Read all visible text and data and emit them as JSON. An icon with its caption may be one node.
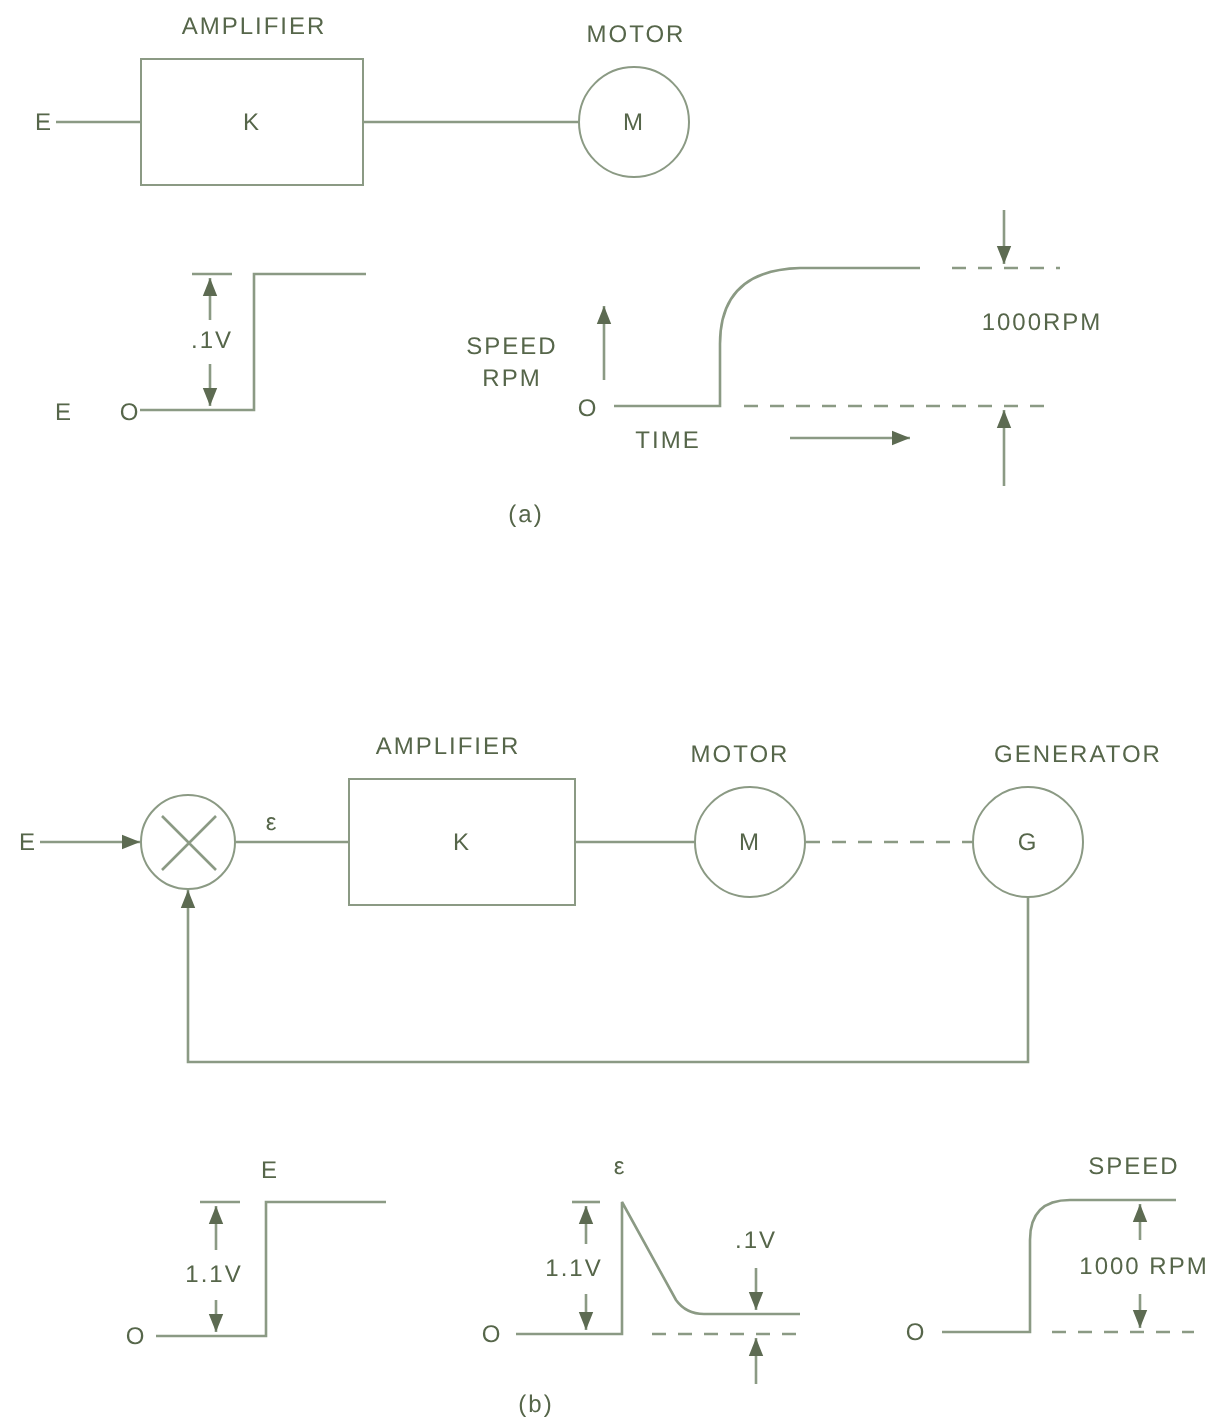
{
  "diagram": {
    "nodes": [
      {
        "text": [
          "E"
        ]
      },
      {
        "text": [
          "AMPLIFIER",
          "K"
        ]
      },
      {
        "text": [
          "MOTOR",
          "M"
        ]
      },
      {
        "text": [
          "E"
        ]
      },
      {
        "text": [],
        "shape": "circle"
      },
      {
        "text": [
          "AMPLIFIER",
          "K"
        ]
      },
      {
        "text": [
          "MOTOR",
          "M"
        ]
      },
      {
        "text": [
          "GENERATOR",
          "G"
        ]
      }
    ],
    "edges": [
      {
        "from": 0,
        "to": 1,
        "arrow": "none"
      },
      {
        "from": 1,
        "to": 2,
        "arrow": "none"
      },
      {
        "from": 3,
        "to": 4,
        "arrow": "to"
      },
      {
        "from": 4,
        "to": 5,
        "arrow": "none",
        "label": "ε"
      },
      {
        "from": 5,
        "to": 6,
        "arrow": "none"
      },
      {
        "from": 6,
        "to": 7,
        "arrow": "none",
        "style": "dashed"
      },
      {
        "from": 7,
        "to": 4,
        "arrow": "to"
      }
    ],
    "labels": [
      ".1V",
      "SPEED RPM",
      "1000RPM",
      "E",
      "O",
      "O",
      "TIME",
      "(a)",
      "E",
      "ε",
      "SPEED",
      "1.1V",
      "1.1V",
      ".1V",
      "1000 RPM",
      "O",
      "O",
      "O",
      "(b)"
    ]
  }
}
